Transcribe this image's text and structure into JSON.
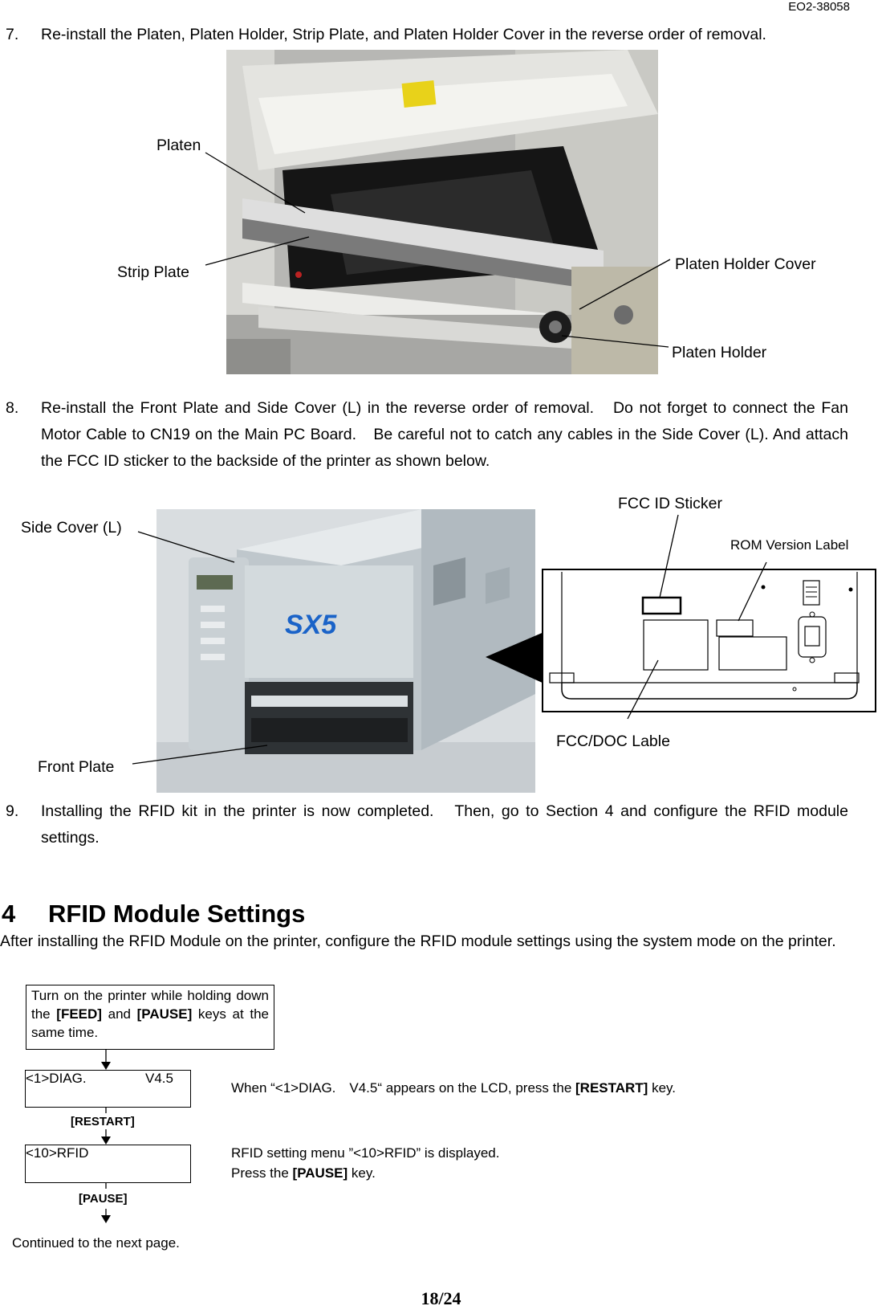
{
  "header": {
    "doc_id": "EO2-38058"
  },
  "steps": [
    {
      "num": "7.",
      "text": "Re-install the Platen, Platen Holder, Strip Plate, and Platen Holder Cover in the reverse order of removal."
    },
    {
      "num": "8.",
      "text": "Re-install the Front Plate and Side Cover (L) in the reverse order of removal.　Do not forget to connect the Fan Motor Cable to CN19 on the Main PC Board.　Be careful not to catch any cables in the Side Cover (L). And attach the FCC ID sticker to the backside of the printer as shown below."
    },
    {
      "num": "9.",
      "text": "Installing the RFID kit in the printer is now completed.　Then, go to Section 4 and configure the RFID module settings."
    }
  ],
  "figure1": {
    "labels": {
      "platen": "Platen",
      "strip_plate": "Strip  Plate",
      "platen_holder_cover": "Platen Holder Cover",
      "platen_holder": "Platen Holder"
    }
  },
  "figure2": {
    "labels": {
      "side_cover": "Side  Cover  (L)",
      "front_plate": "Front  Plate",
      "fcc_id_sticker": "FCC ID Sticker",
      "rom_version_label": "ROM Version Label",
      "fcc_doc_label": "FCC/DOC Lable"
    },
    "printer_logo": "SX5"
  },
  "section4": {
    "number": "4",
    "title": "RFID Module Settings",
    "intro": "After installing the RFID Module on the printer, configure the RFID module settings using the system mode on the printer."
  },
  "flow": {
    "start_box": {
      "t1": "Turn  on  the  printer  while  holding down  the ",
      "k1": "[FEED]",
      "t2": " and ",
      "k2": "[PAUSE]",
      "t3": " keys at the same time."
    },
    "lcd1": {
      "left": "<1>DIAG.",
      "right": "V4.5"
    },
    "key1": "[RESTART]",
    "lcd2": {
      "left": "<10>RFID"
    },
    "key2": "[PAUSE]",
    "continued": "Continued to the next page.",
    "note1": {
      "before": "When “<1>DIAG.　V4.5“ appears on the LCD, press the ",
      "key": "[RESTART]",
      "after": " key."
    },
    "note2": {
      "line1": "RFID setting menu ”<10>RFID” is displayed.",
      "line2_before": "Press the ",
      "line2_key": "[PAUSE]",
      "line2_after": " key."
    }
  },
  "footer": {
    "page": "18/24"
  }
}
